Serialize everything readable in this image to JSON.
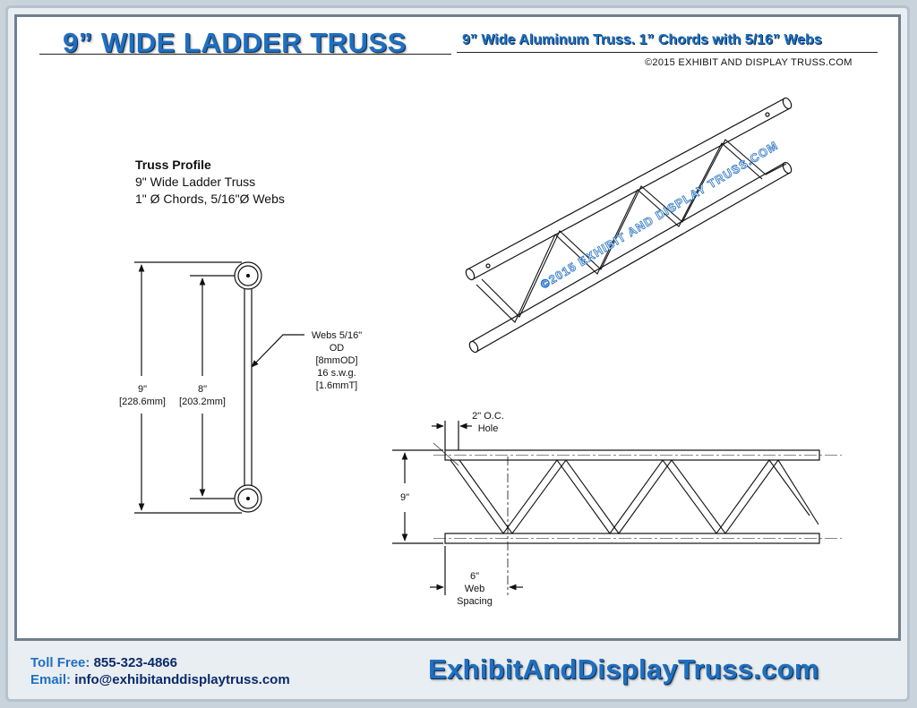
{
  "header": {
    "title": "9” WIDE LADDER TRUSS",
    "subtitle": "9” Wide Aluminum Truss. 1” Chords with 5/16” Webs",
    "copyright": "©2015 EXHIBIT AND DISPLAY TRUSS.COM"
  },
  "profile": {
    "heading": "Truss Profile",
    "line1": "9\" Wide Ladder Truss",
    "line2": "1\" Ø Chords, 5/16\"Ø Webs"
  },
  "dimensions": {
    "outer_in": "9\"",
    "outer_mm": "[228.6mm]",
    "inner_in": "8\"",
    "inner_mm": "[203.2mm]",
    "webs_1": "Webs 5/16\" OD",
    "webs_2": "[8mmOD]",
    "webs_3": "16 s.w.g.",
    "webs_4": "[1.6mmT]",
    "hole_1": "2\" O.C.",
    "hole_2": "Hole",
    "side_height": "9\"",
    "spacing_1": "6\"",
    "spacing_2": "Web",
    "spacing_3": "Spacing"
  },
  "watermark": "©2015 EXHIBIT AND DISPLAY TRUSS.COM",
  "footer": {
    "toll_free_label": "Toll Free:",
    "toll_free": "855-323-4866",
    "email_label": "Email:",
    "email": "info@exhibitanddisplaytruss.com",
    "brand": "ExhibitAndDisplayTruss.com"
  },
  "colors": {
    "brand_blue": "#1f6fc1",
    "frame": "#6f7f8d",
    "line": "#111111"
  }
}
